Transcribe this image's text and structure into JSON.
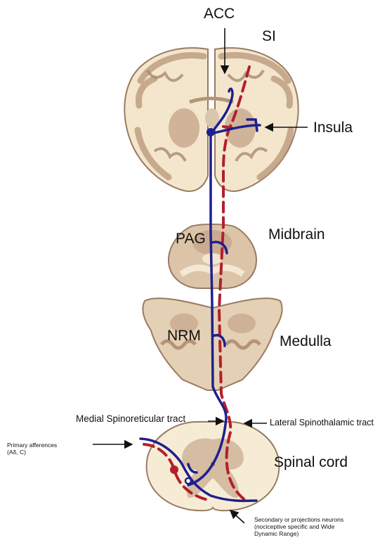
{
  "labels": {
    "acc": "ACC",
    "si": "SI",
    "insula": "Insula",
    "pag": "PAG",
    "midbrain": "Midbrain",
    "nrm": "NRM",
    "medulla": "Medulla",
    "medial_tract": "Medial Spinoreticular tract",
    "lateral_tract": "Lateral Spinothalamic tract",
    "primary_afferences_line1": "Primary afferences",
    "primary_afferences_line2": "(Aδ, C)",
    "spinal_cord": "Spinal cord",
    "secondary_line1": "Secondary or projections neurons",
    "secondary_line2": "(nociceptive specific and Wide",
    "secondary_line3": "Dynamic Range)"
  },
  "colors": {
    "medial_pathway": "#1f1f8f",
    "lateral_pathway": "#b3202a",
    "tissue": "#c8a98f",
    "white_matter": "#f6ecd6",
    "outline": "#8a6a55"
  }
}
